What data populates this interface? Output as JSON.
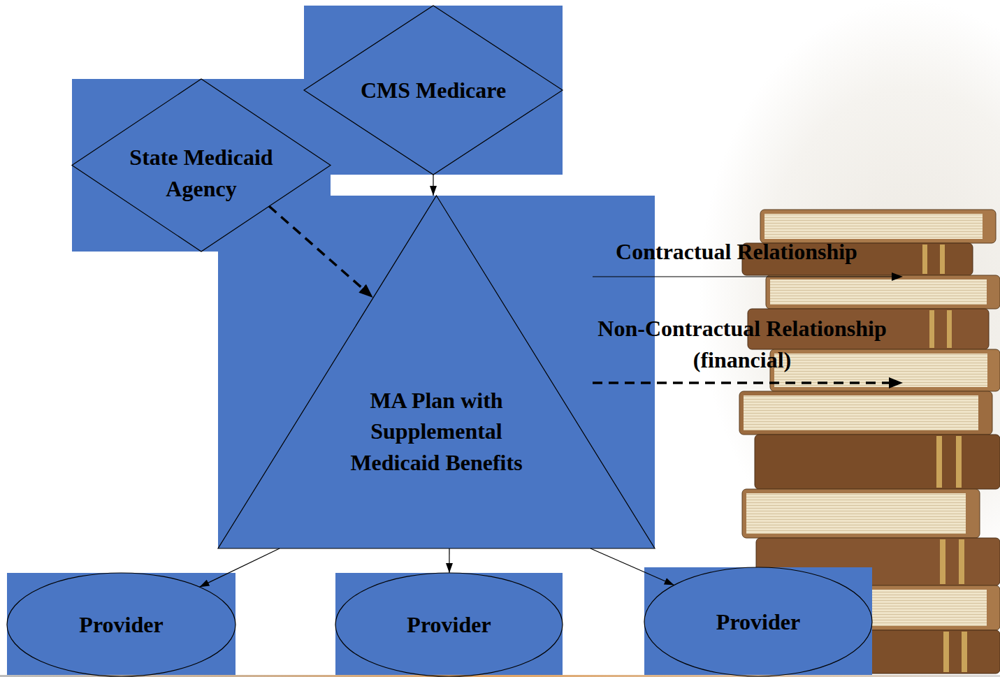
{
  "diagram": {
    "nodes": [
      {
        "text": [
          "CMS Medicare"
        ]
      },
      {
        "text": [
          "State Medicaid Agency"
        ]
      },
      {
        "text": [
          "MA Plan with Supplemental Medicaid Benefits"
        ]
      },
      {
        "text": [
          "Provider"
        ]
      },
      {
        "text": [
          "Provider"
        ]
      },
      {
        "text": [
          "Provider"
        ]
      }
    ],
    "edges": [
      {
        "from": 0,
        "to": 2,
        "arrow": "to"
      },
      {
        "from": 1,
        "to": 2,
        "arrow": "to"
      },
      {
        "from": 2,
        "to": 3,
        "arrow": "to"
      },
      {
        "from": 2,
        "to": 4,
        "arrow": "to"
      },
      {
        "from": 2,
        "to": 5,
        "arrow": "to"
      }
    ],
    "legend": [
      {
        "text": "Contractual Relationship"
      },
      {
        "text": "Non-Contractual Relationship (financial)"
      }
    ]
  }
}
